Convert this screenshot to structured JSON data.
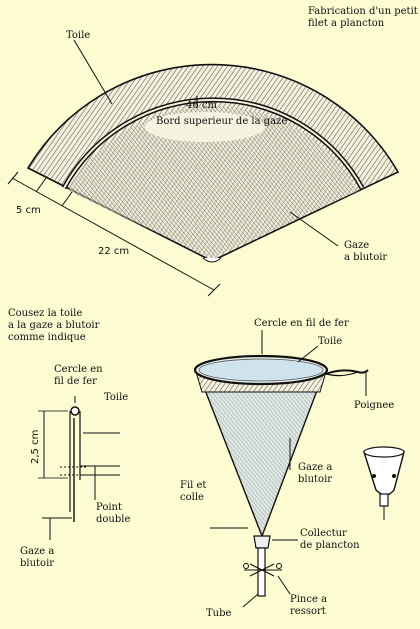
{
  "title": "Fabrication d'un petit\nfilet a plancton",
  "top_figure": {
    "toile": "Toile",
    "dim_46": "46 cm",
    "bord": "Bord superieur de la gaze",
    "dim_5": "5 cm",
    "dim_22": "22 cm",
    "gaze": "Gaze\na blutoir"
  },
  "instruction": "Cousez la toile\na la gaze a blutoir\ncomme indique",
  "detail_figure": {
    "cercle": "Cercle en\nfil de fer",
    "toile": "Toile",
    "dim_25": "2,5 cm",
    "point": "Point\ndouble",
    "gaze": "Gaze a\nblutoir"
  },
  "net_figure": {
    "cercle": "Cercle en fil de fer",
    "toile": "Toile",
    "poignee": "Poignee",
    "gaze": "Gaze a\nblutoir",
    "fil": "Fil et\ncolle",
    "collecteur": "Collectur\nde plancton",
    "tube": "Tube",
    "pince": "Pince a\nressort"
  },
  "colors": {
    "background": "#fdfbd2",
    "water": "#cfe3ee",
    "ink": "#111111"
  }
}
